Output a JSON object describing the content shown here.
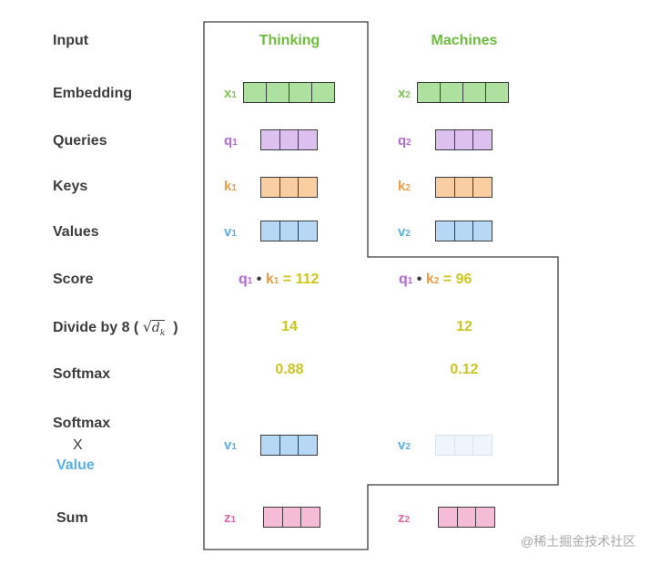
{
  "columns": {
    "word1": "Thinking",
    "word2": "Machines"
  },
  "row_labels": {
    "input": "Input",
    "embedding": "Embedding",
    "queries": "Queries",
    "keys": "Keys",
    "values": "Values",
    "score": "Score",
    "divide_prefix": "Divide by 8 (",
    "divide_radical": "√",
    "divide_var": "d",
    "divide_sub": "k",
    "divide_suffix": ")",
    "softmax": "Softmax",
    "softmax_x_line1": "Softmax",
    "softmax_x_line2": "X",
    "softmax_x_line3": "Value",
    "sum": "Sum"
  },
  "vectors": {
    "x1": {
      "letter": "x",
      "sub": "1"
    },
    "x2": {
      "letter": "x",
      "sub": "2"
    },
    "q1": {
      "letter": "q",
      "sub": "1"
    },
    "q2": {
      "letter": "q",
      "sub": "2"
    },
    "k1": {
      "letter": "k",
      "sub": "1"
    },
    "k2": {
      "letter": "k",
      "sub": "2"
    },
    "v1": {
      "letter": "v",
      "sub": "1"
    },
    "v2": {
      "letter": "v",
      "sub": "2"
    },
    "wv1": {
      "letter": "v",
      "sub": "1"
    },
    "wv2": {
      "letter": "v",
      "sub": "2"
    },
    "z1": {
      "letter": "z",
      "sub": "1"
    },
    "z2": {
      "letter": "z",
      "sub": "2"
    }
  },
  "score": {
    "s1": {
      "q": "q",
      "q_sub": "1",
      "dot": "•",
      "k": "k",
      "k_sub": "1",
      "eq": "=",
      "value": "112"
    },
    "s2": {
      "q": "q",
      "q_sub": "1",
      "dot": "•",
      "k": "k",
      "k_sub": "2",
      "eq": "=",
      "value": "96"
    }
  },
  "divided": {
    "d1": "14",
    "d2": "12"
  },
  "softmax": {
    "s1": "0.88",
    "s2": "0.12"
  },
  "colors": {
    "green": "#aee0a0",
    "purple": "#dcc1ef",
    "orange": "#f9cfa1",
    "blue": "#b7d8f4",
    "blue_faint": "#eef5fd",
    "pink": "#f4bcd6",
    "outline": "#3b3b3b"
  },
  "watermark": "@稀土掘金技术社区"
}
